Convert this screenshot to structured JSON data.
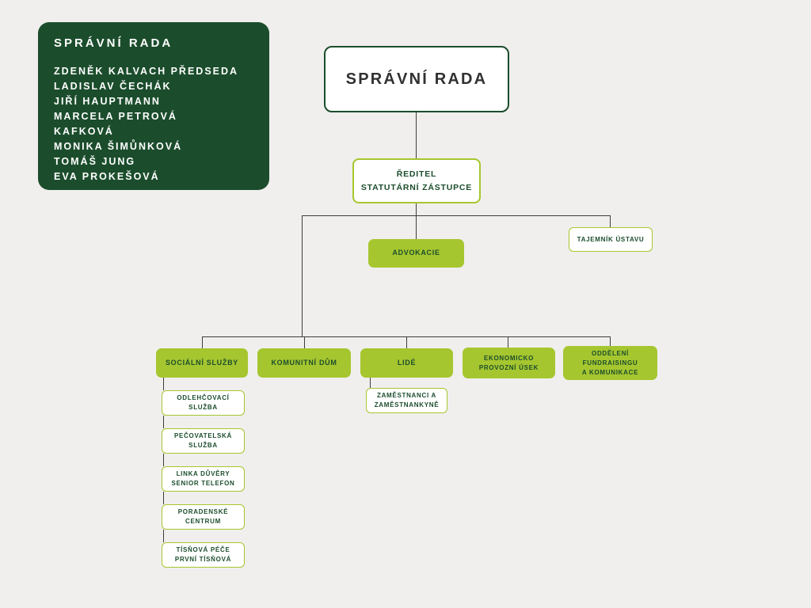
{
  "colors": {
    "background": "#f0efed",
    "dark_green": "#1b4d2c",
    "light_green": "#a6c62f",
    "connector": "#3d3d3d",
    "white": "#ffffff"
  },
  "board_panel": {
    "title": "SPRÁVNÍ RADA",
    "members": [
      "ZDENĚK KALVACH PŘEDSEDA",
      "LADISLAV ČECHÁK",
      "JIŘÍ HAUPTMANN",
      "MARCELA PETROVÁ",
      "KAFKOVÁ",
      "MONIKA ŠIMŮNKOVÁ",
      "TOMÁŠ JUNG",
      "EVA PROKEŠOVÁ"
    ]
  },
  "org_chart": {
    "root": {
      "label": "SPRÁVNÍ RADA"
    },
    "director": {
      "lines": [
        "ŘEDITEL",
        "STATUTÁRNÍ ZÁSTUPCE"
      ]
    },
    "advocacy": {
      "label": "ADVOKACIE"
    },
    "secretary": {
      "label": "TAJEMNÍK ÚSTAVU"
    },
    "departments": [
      {
        "lines": [
          "SOCIÁLNÍ SLUŽBY"
        ]
      },
      {
        "lines": [
          "KOMUNITNÍ DŮM"
        ]
      },
      {
        "lines": [
          "LIDÉ"
        ]
      },
      {
        "lines": [
          "EKONOMICKO",
          "PROVOZNÍ ÚSEK"
        ]
      },
      {
        "lines": [
          "ODDĚLENÍ",
          "FUNDRAISINGU",
          "A KOMUNIKACE"
        ]
      }
    ],
    "social_services": [
      {
        "lines": [
          "ODLEHČOVACÍ",
          "SLUŽBA"
        ]
      },
      {
        "lines": [
          "PEČOVATELSKÁ",
          "SLUŽBA"
        ]
      },
      {
        "lines": [
          "LINKA DŮVĚRY",
          "SENIOR TELEFON"
        ]
      },
      {
        "lines": [
          "PORADENSKÉ",
          "CENTRUM"
        ]
      },
      {
        "lines": [
          "TÍSŇOVÁ PÉČE",
          "PRVNÍ TÍSŇOVÁ"
        ]
      }
    ],
    "people_sub": {
      "lines": [
        "ZAMĚSTNANCI A",
        "ZAMĚSTNANKYNĚ"
      ]
    }
  }
}
